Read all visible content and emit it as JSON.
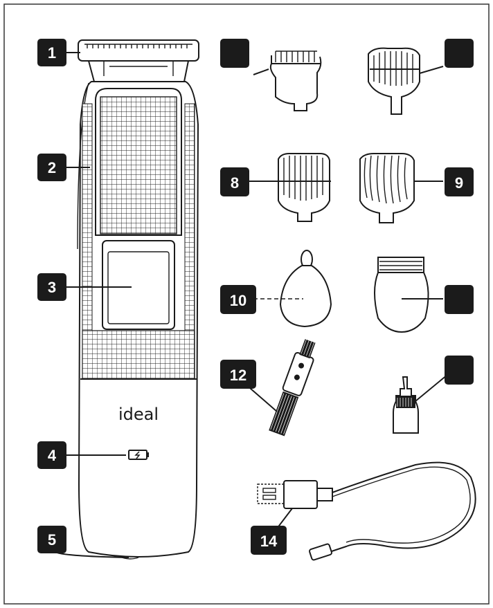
{
  "brand": "ideal",
  "labels": {
    "l1": "1",
    "l2": "2",
    "l3": "3",
    "l4": "4",
    "l5": "5",
    "l8": "8",
    "l9": "9",
    "l10": "10",
    "l12": "12",
    "l14": "14"
  },
  "colors": {
    "ink": "#1a1a1a",
    "badge": "#1b1b1b",
    "background": "#ffffff"
  },
  "icons": [
    "battery-icon"
  ]
}
